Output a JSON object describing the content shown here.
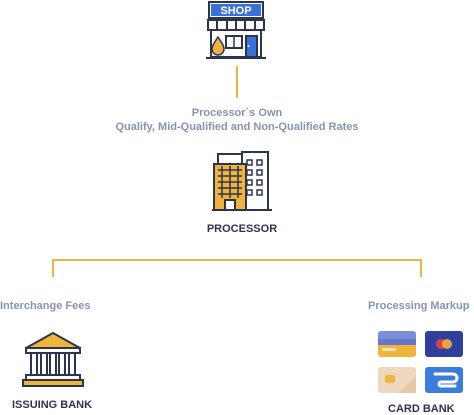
{
  "shop": {
    "sign_text": "SHOP"
  },
  "rates_text": {
    "line1": "Processor´s Own",
    "line2": "Qualify, Mid-Qualified and Non-Qualified Rates"
  },
  "processor": {
    "label": "PROCESSOR"
  },
  "fees": {
    "left": "Interchange Fees",
    "right": "Processing Markup"
  },
  "issuing_bank": {
    "label": "ISSUING BANK"
  },
  "card_bank": {
    "label": "CARD BANK"
  },
  "colors": {
    "accent": "#f0b43c",
    "dark": "#2b3550",
    "light_text": "#8893b0",
    "blue": "#3b6fd9"
  }
}
